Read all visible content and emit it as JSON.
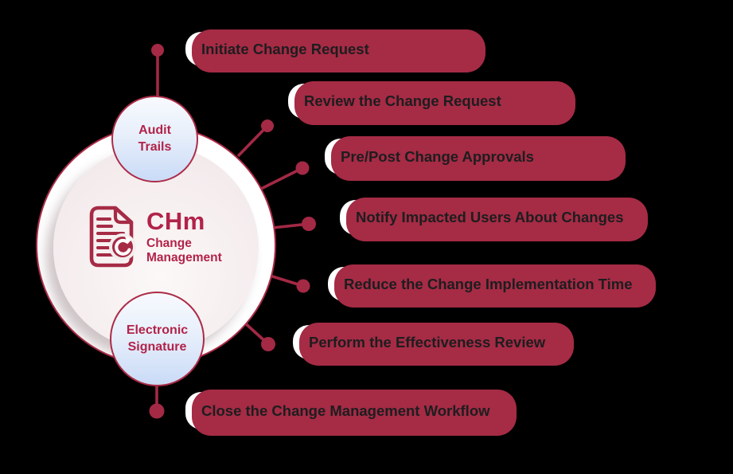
{
  "title": "CHm Change Management workflow diagram",
  "colors": {
    "accent_crimson": "#A62B45",
    "connector_crimson": "#A32944",
    "crimson_text": "#B22349",
    "pill_text": "#1D1D1F",
    "satellite_fill_top": "#F7FAFE",
    "satellite_fill_bottom": "#CADBF7",
    "background": "#000000"
  },
  "center": {
    "icon": "document-refresh-icon",
    "code": "CHm",
    "name_line1": "Change",
    "name_line2": "Management"
  },
  "satellites": [
    {
      "id": "audit-trails",
      "line1": "Audit",
      "line2": "Trails"
    },
    {
      "id": "electronic-signature",
      "line1": "Electronic",
      "line2": "Signature"
    }
  ],
  "steps": [
    {
      "label": "Initiate Change Request"
    },
    {
      "label": "Review the Change Request"
    },
    {
      "label": "Pre/Post Change Approvals"
    },
    {
      "label": "Notify Impacted Users About Changes"
    },
    {
      "label": "Reduce the Change Implementation Time"
    },
    {
      "label": "Perform the Effectiveness Review"
    },
    {
      "label": "Close the Change Management Workflow"
    }
  ]
}
